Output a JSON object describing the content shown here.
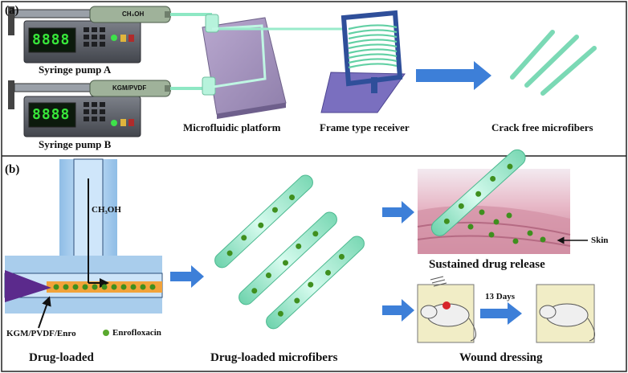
{
  "panel_a": {
    "letter": "(a)",
    "pump_a": {
      "display": "8888",
      "label": "Syringe pump A",
      "syringe_tag": "CH₃OH"
    },
    "pump_b": {
      "display": "8888",
      "label": "Syringe pump B",
      "syringe_tag": "KGM/PVDF"
    },
    "platform_label": "Microfluidic platform",
    "receiver_label": "Frame type receiver",
    "fibers_label": "Crack free microfibers"
  },
  "panel_b": {
    "letter": "(b)",
    "channel_tag": "CH₃OH",
    "inlet_tag": "KGM/PVDF/Enro",
    "drug_tag": "Enrofloxacin",
    "drug_loaded_label": "Drug-loaded",
    "microfibers_label": "Drug-loaded microfibers",
    "skin_tag": "Skin",
    "release_label": "Sustained drug release",
    "days_tag": "13 Days",
    "wound_label": "Wound dressing"
  },
  "colors": {
    "fiber": "#a8eccf",
    "drug_dot": "#3f8f1e",
    "arrow": "#3d7fd8",
    "pump_body": "#565a62",
    "platform": "#a08fb8",
    "receiver_frame": "#2f4f9a",
    "channel": "#a9cdec"
  }
}
